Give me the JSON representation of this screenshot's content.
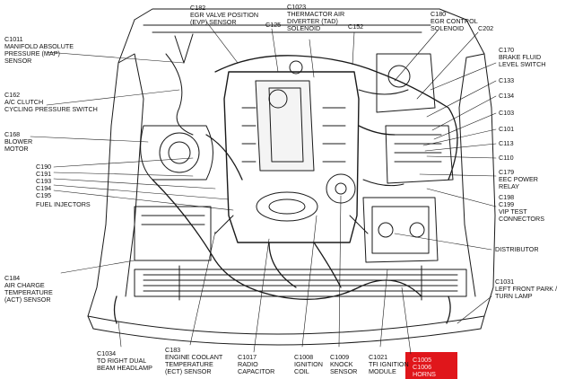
{
  "colors": {
    "background": "#ffffff",
    "ink": "#111111",
    "highlight": "#e0161b"
  },
  "labels": {
    "c1011": [
      "C1011",
      "MANIFOLD ABSOLUTE",
      "PRESSURE (MAP)",
      "SENSOR"
    ],
    "c162": [
      "C162",
      "A/C CLUTCH",
      "CYCLING PRESSURE SWITCH"
    ],
    "c168": [
      "C168",
      "BLOWER",
      "MOTOR"
    ],
    "injectors": [
      "C190",
      "C191",
      "C193",
      "C194",
      "C195",
      "FUEL INJECTORS"
    ],
    "c184": [
      "C184",
      "AIR CHARGE",
      "TEMPERATURE",
      "(ACT) SENSOR"
    ],
    "c1034": [
      "C1034",
      "TO RIGHT DUAL",
      "BEAM HEADLAMP"
    ],
    "c183": [
      "C183",
      "ENGINE COOLANT",
      "TEMPERATURE",
      "(ECT) SENSOR"
    ],
    "c1017": [
      "C1017",
      "RADIO",
      "CAPACITOR"
    ],
    "c1008": [
      "C1008",
      "IGNITION",
      "COIL"
    ],
    "c1009": [
      "C1009",
      "KNOCK",
      "SENSOR"
    ],
    "c1021": [
      "C1021",
      "TFI IGNITION",
      "MODULE"
    ],
    "horns": [
      "C1005",
      "C1006",
      "HORNS"
    ],
    "c182": [
      "C182",
      "EGR VALVE POSITION",
      "(EVP) SENSOR"
    ],
    "c125": [
      "C125"
    ],
    "c1023": [
      "C1023",
      "THERMACTOR AIR",
      "DIVERTER (TAD)",
      "SOLENOID"
    ],
    "c152": [
      "C152"
    ],
    "c180": [
      "C180",
      "EGR CONTROL",
      "SOLENOID"
    ],
    "c202": [
      "C202"
    ],
    "c170": [
      "C170",
      "BRAKE FLUID",
      "LEVEL SWITCH"
    ],
    "c133": [
      "C133"
    ],
    "c134": [
      "C134"
    ],
    "c103": [
      "C103"
    ],
    "c101": [
      "C101"
    ],
    "c113": [
      "C113"
    ],
    "c110": [
      "C110"
    ],
    "c179": [
      "C179",
      "EEC POWER",
      "RELAY"
    ],
    "vip": [
      "C198",
      "C199",
      "VIP TEST",
      "CONNECTORS"
    ],
    "distributor": [
      "DISTRIBUTOR"
    ],
    "c1031": [
      "C1031",
      "LEFT FRONT PARK /",
      "TURN LAMP"
    ]
  }
}
